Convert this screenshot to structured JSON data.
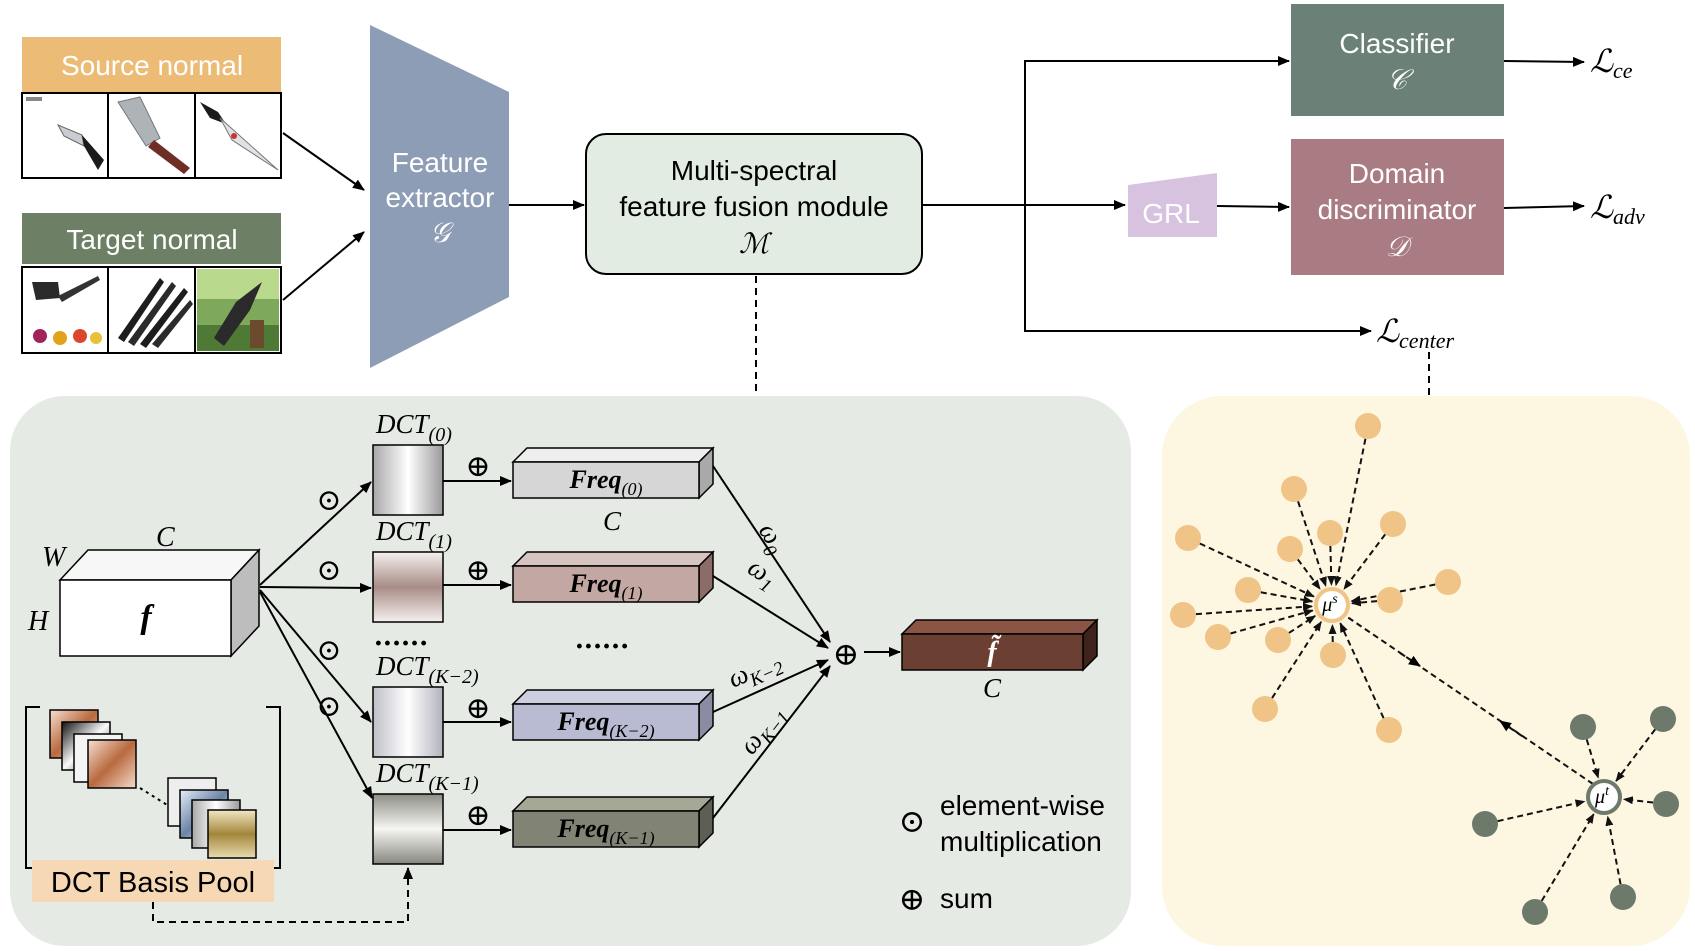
{
  "inputs": {
    "source_label": "Source normal",
    "target_label": "Target normal"
  },
  "feature_extractor": {
    "line1": "Feature",
    "line2": "extractor",
    "symbol": "𝒢"
  },
  "fusion_module": {
    "line1": "Multi-spectral",
    "line2": "feature fusion module",
    "symbol": "ℳ"
  },
  "grl": {
    "label": "GRL"
  },
  "classifier": {
    "title": "Classifier",
    "symbol": "𝒞"
  },
  "discriminator": {
    "line1": "Domain",
    "line2": "discriminator",
    "symbol": "𝒟"
  },
  "losses": {
    "ce": {
      "main": "ℒ",
      "sub": "ce"
    },
    "adv": {
      "main": "ℒ",
      "sub": "adv"
    },
    "center": {
      "main": "ℒ",
      "sub": "center"
    }
  },
  "detail": {
    "feature": {
      "symbol": "f",
      "w": "W",
      "c": "C",
      "h": "H"
    },
    "dct": [
      {
        "main": "DCT",
        "sub": "(0)"
      },
      {
        "main": "DCT",
        "sub": "(1)"
      },
      {
        "main": "DCT",
        "sub": "(K−2)"
      },
      {
        "main": "DCT",
        "sub": "(K−1)"
      }
    ],
    "freq": [
      {
        "main": "Freq",
        "sub": "(0)"
      },
      {
        "main": "Freq",
        "sub": "(1)"
      },
      {
        "main": "Freq",
        "sub": "(K−2)"
      },
      {
        "main": "Freq",
        "sub": "(K−1)"
      }
    ],
    "weights": [
      {
        "main": "ω",
        "sub": "0"
      },
      {
        "main": "ω",
        "sub": "1"
      },
      {
        "main": "ω",
        "sub": "K−2"
      },
      {
        "main": "ω",
        "sub": "K−1"
      }
    ],
    "freq_c_label": "C",
    "dots": "......",
    "output": {
      "symbol": "f̃",
      "c": "C"
    },
    "basis_pool": "DCT Basis Pool",
    "ops": {
      "odot": "⊙",
      "oplus": "⊕"
    },
    "legend": {
      "odot_line1": "element-wise",
      "odot_line2": "multiplication",
      "oplus_text": "sum"
    }
  },
  "center": {
    "source_center": {
      "main": "μ",
      "sup": "s"
    },
    "target_center": {
      "main": "μ",
      "sup": "t"
    }
  },
  "colors": {
    "source": "#ecbc76",
    "target": "#6d8065",
    "extractor": "#8e9db6",
    "classifier": "#6b8178",
    "discriminator": "#a97c83",
    "grl": "#d7c2e0",
    "module_fill": "#e3ece3",
    "panel_green": "#e5ebe4",
    "panel_yellow": "#fdf6e0",
    "source_dot": "#f0c387",
    "target_dot": "#6d7a6b",
    "output_box": "#6b4033",
    "basis_label_bg": "#f7d8b5"
  }
}
